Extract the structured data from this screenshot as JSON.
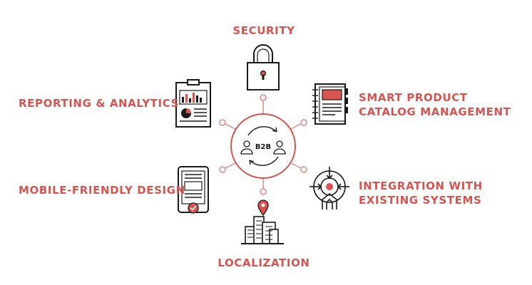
{
  "hub": {
    "label": "B2B"
  },
  "features": {
    "security": {
      "label": "SECURITY",
      "icon": "padlock-icon"
    },
    "reporting": {
      "label": "REPORTING & ANALYTICS",
      "icon": "report-clipboard-icon"
    },
    "smart_catalog": {
      "line1": "SMART PRODUCT",
      "line2": "CATALOG MANAGEMENT",
      "icon": "catalog-notebook-icon"
    },
    "mobile": {
      "label": "MOBILE-FRIENDLY DESIGN",
      "icon": "mobile-phone-icon"
    },
    "integration": {
      "line1": "INTEGRATION WITH",
      "line2": "EXISTING SYSTEMS",
      "icon": "integration-target-icon"
    },
    "localization": {
      "label": "LOCALIZATION",
      "icon": "city-location-icon"
    }
  },
  "colors": {
    "accent": "#d9534f",
    "ink": "#1a1a1a",
    "line": "#e08a87",
    "white": "#ffffff"
  }
}
